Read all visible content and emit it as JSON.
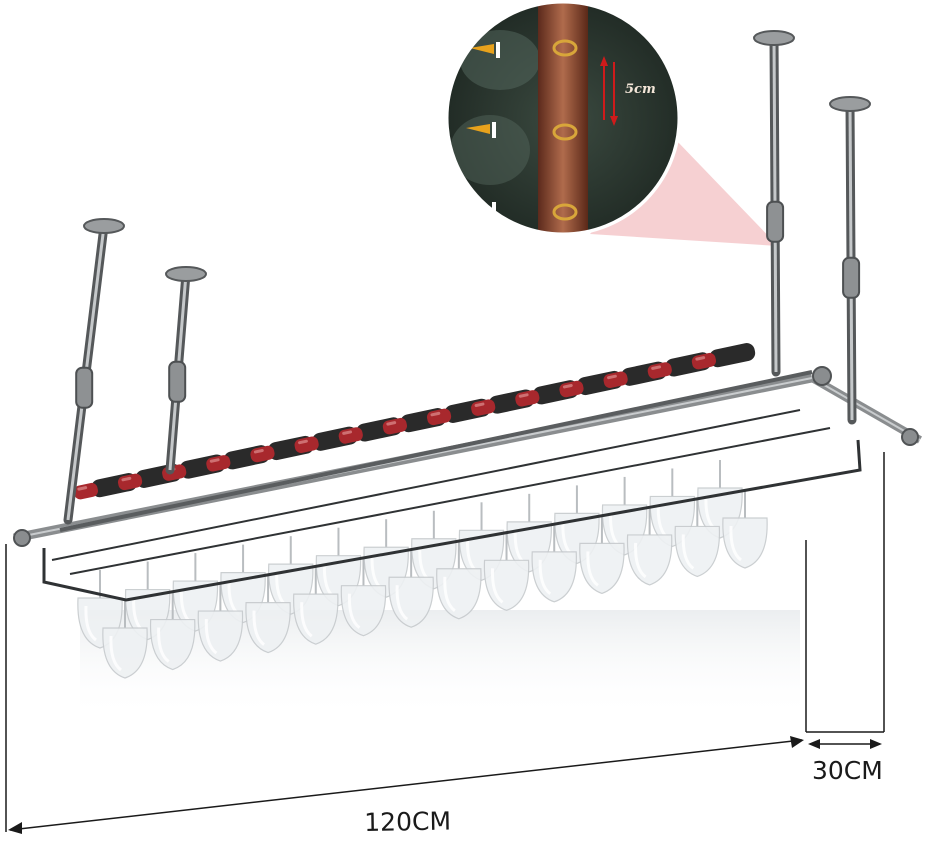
{
  "product": {
    "dimensions": {
      "length": "120CM",
      "width": "30CM"
    },
    "detail_zoom": {
      "hole_spacing": "5cm"
    },
    "bottle_count": 15,
    "rod_count": 4
  },
  "colors": {
    "metal": "#7b7e80",
    "bottle_cap": "#a8282d",
    "bottle_body": "#2a2a2a",
    "zoom_bg": "#2f3c34",
    "zoom_bar": "#8a4a34",
    "callout": "#f2b4b8",
    "arrow_marker": "#e8a21c",
    "spacing_arrow": "#cf1b1b"
  }
}
